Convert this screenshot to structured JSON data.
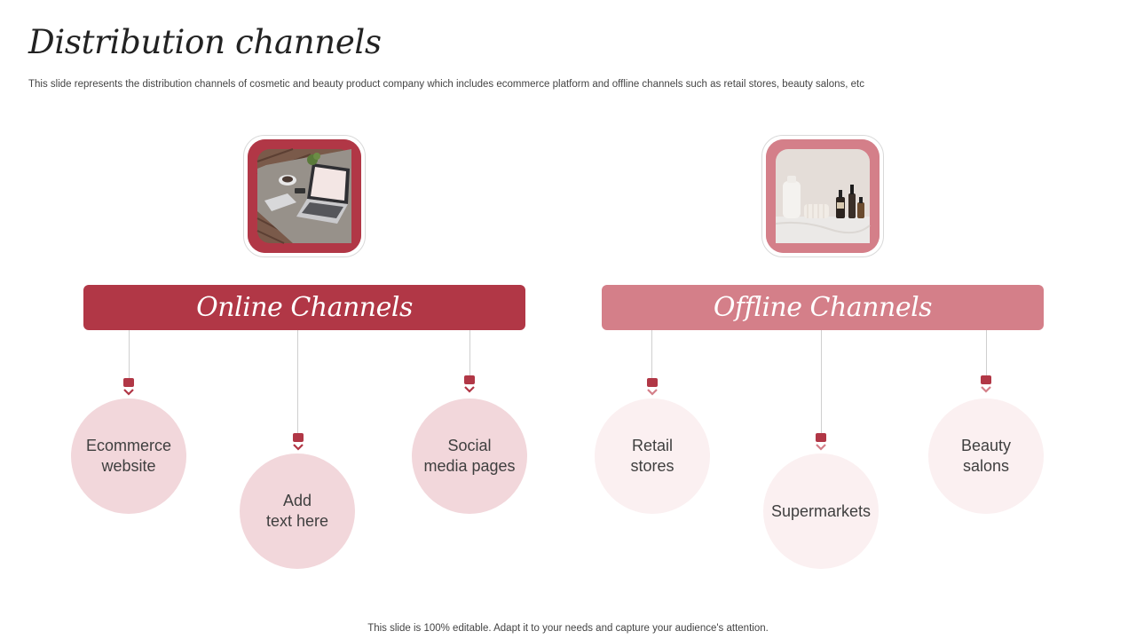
{
  "slide": {
    "title": "Distribution channels",
    "subtitle": "This slide represents the distribution channels of cosmetic and beauty product company which includes ecommerce platform and offline channels such as retail stores, beauty salons, etc",
    "footer": "This slide is 100% editable. Adapt it to your needs and capture your audience's attention."
  },
  "colors": {
    "online": "#b13746",
    "offline": "#d47f89",
    "online_node": "#f2d7db",
    "offline_node": "#fbf0f1"
  },
  "online": {
    "heading": "Online Channels",
    "icon": "laptop-desk-photo",
    "items": [
      {
        "line1": "Ecommerce",
        "line2": "website"
      },
      {
        "line1": "Add",
        "line2": "text here"
      },
      {
        "line1": "Social",
        "line2": "media pages"
      }
    ]
  },
  "offline": {
    "heading": "Offline Channels",
    "icon": "cosmetic-bottles-photo",
    "items": [
      {
        "line1": "Retail",
        "line2": "stores"
      },
      {
        "line1": "Supermarkets",
        "line2": ""
      },
      {
        "line1": "Beauty",
        "line2": "salons"
      }
    ]
  }
}
